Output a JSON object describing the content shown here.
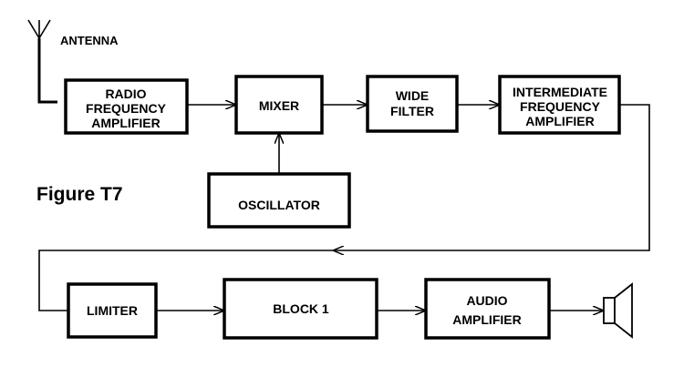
{
  "figure_label": "Figure T7",
  "antenna_label": "ANTENNA",
  "blocks": {
    "rf_amp": [
      "RADIO",
      "FREQUENCY",
      "AMPLIFIER"
    ],
    "mixer": [
      "MIXER"
    ],
    "wide_filter": [
      "WIDE",
      "FILTER"
    ],
    "if_amp": [
      "INTERMEDIATE",
      "FREQUENCY",
      "AMPLIFIER"
    ],
    "oscillator": [
      "OSCILLATOR"
    ],
    "limiter": [
      "LIMITER"
    ],
    "block1": [
      "BLOCK 1"
    ],
    "audio_amp": [
      "AUDIO",
      "AMPLIFIER"
    ]
  }
}
